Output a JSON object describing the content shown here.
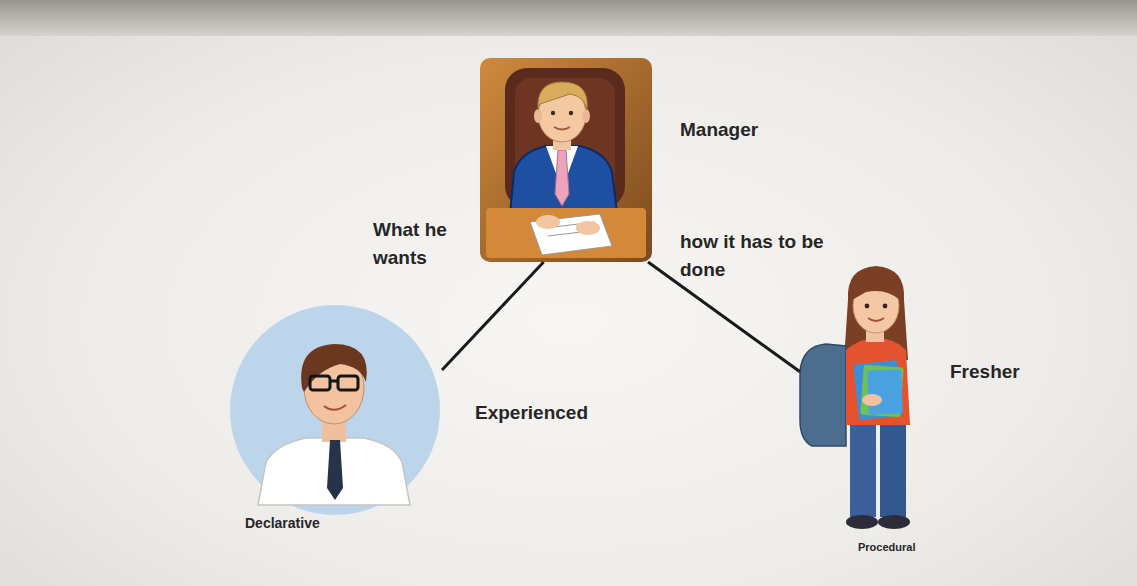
{
  "diagram": {
    "nodes": [
      {
        "text": [
          "Manager"
        ]
      },
      {
        "text": [
          "Experienced",
          "Declarative"
        ]
      },
      {
        "text": [
          "Fresher",
          "Procedural"
        ]
      }
    ],
    "edges": [
      {
        "from": 0,
        "to": 1,
        "arrow": "none",
        "label": "What he wants"
      },
      {
        "from": 0,
        "to": 2,
        "arrow": "none",
        "label": "how it has to be done"
      }
    ]
  }
}
